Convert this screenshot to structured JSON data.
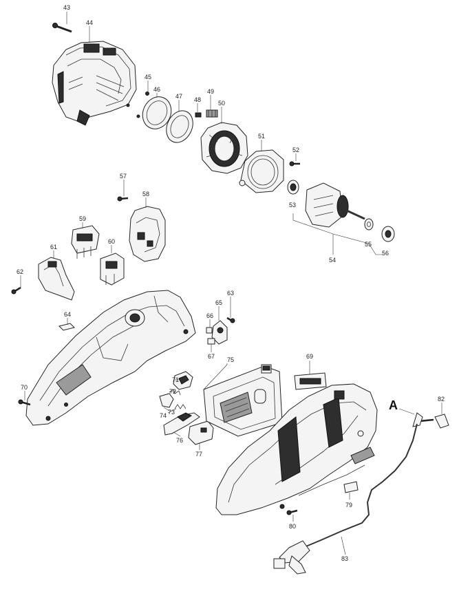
{
  "section_label": "A",
  "parts": [
    {
      "id": "43",
      "label": "43"
    },
    {
      "id": "44",
      "label": "44"
    },
    {
      "id": "45",
      "label": "45"
    },
    {
      "id": "46",
      "label": "46"
    },
    {
      "id": "47",
      "label": "47"
    },
    {
      "id": "48",
      "label": "48"
    },
    {
      "id": "49",
      "label": "49"
    },
    {
      "id": "50",
      "label": "50"
    },
    {
      "id": "51",
      "label": "51"
    },
    {
      "id": "52",
      "label": "52"
    },
    {
      "id": "53",
      "label": "53"
    },
    {
      "id": "54",
      "label": "54"
    },
    {
      "id": "55",
      "label": "55"
    },
    {
      "id": "56",
      "label": "56"
    },
    {
      "id": "57",
      "label": "57"
    },
    {
      "id": "58",
      "label": "58"
    },
    {
      "id": "59",
      "label": "59"
    },
    {
      "id": "60",
      "label": "60"
    },
    {
      "id": "61",
      "label": "61"
    },
    {
      "id": "62",
      "label": "62"
    },
    {
      "id": "63",
      "label": "63"
    },
    {
      "id": "64",
      "label": "64"
    },
    {
      "id": "65",
      "label": "65"
    },
    {
      "id": "66",
      "label": "66"
    },
    {
      "id": "67",
      "label": "67"
    },
    {
      "id": "69",
      "label": "69"
    },
    {
      "id": "70",
      "label": "70"
    },
    {
      "id": "71",
      "label": "71"
    },
    {
      "id": "72",
      "label": "72"
    },
    {
      "id": "73",
      "label": "73"
    },
    {
      "id": "74",
      "label": "74"
    },
    {
      "id": "75",
      "label": "75"
    },
    {
      "id": "76",
      "label": "76"
    },
    {
      "id": "77",
      "label": "77"
    },
    {
      "id": "79",
      "label": "79"
    },
    {
      "id": "80",
      "label": "80"
    },
    {
      "id": "82",
      "label": "82"
    },
    {
      "id": "83",
      "label": "83"
    }
  ]
}
